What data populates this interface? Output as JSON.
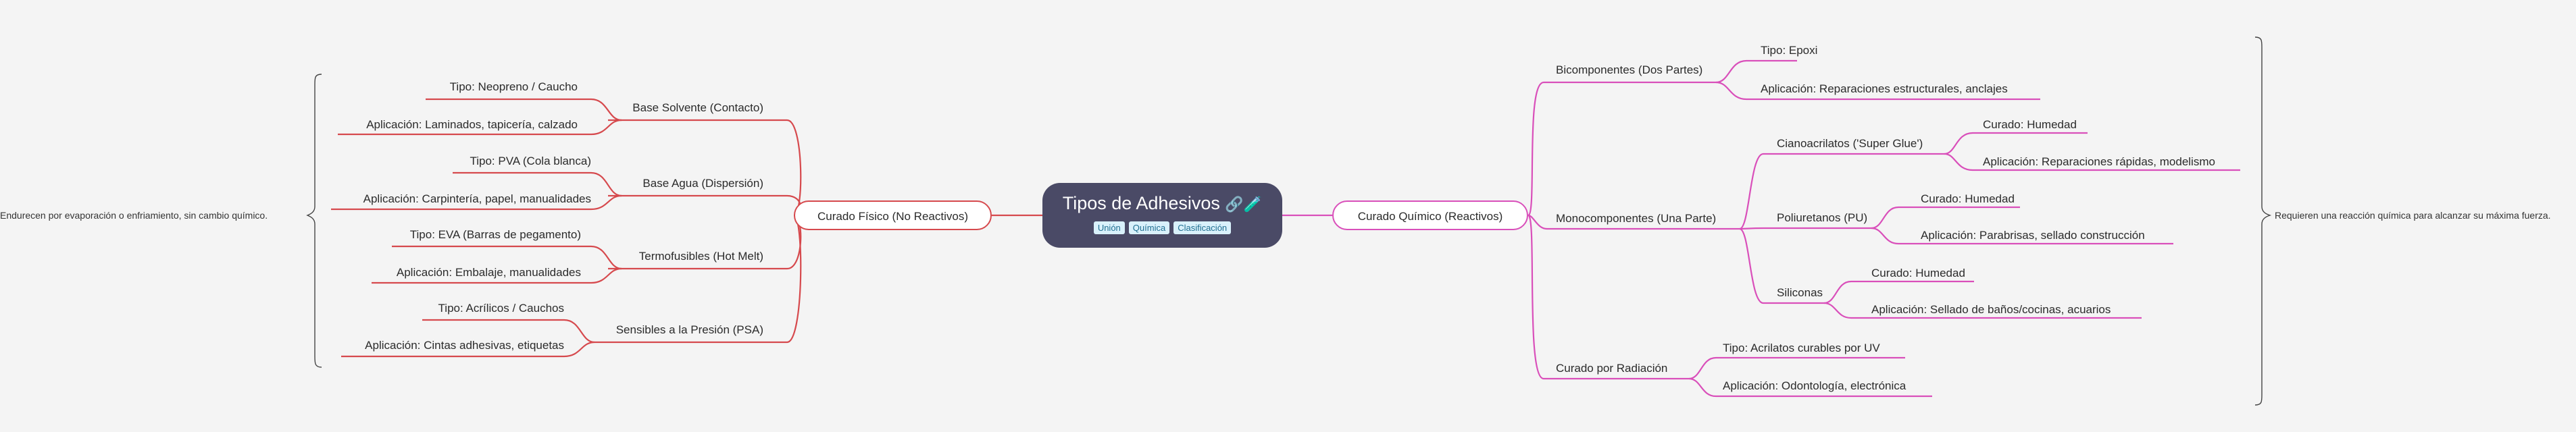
{
  "central": {
    "title": "Tipos de Adhesivos",
    "emoji": "🔗🧪",
    "tags": [
      "Unión",
      "Química",
      "Clasificación"
    ]
  },
  "left": {
    "label": "Curado Físico (No Reactivos)",
    "summary": "Endurecen por evaporación o enfriamiento, sin cambio químico.",
    "groups": [
      {
        "label": "Base Solvente (Contacto)",
        "type": "Tipo: Neopreno / Caucho",
        "app": "Aplicación: Laminados, tapicería, calzado"
      },
      {
        "label": "Base Agua (Dispersión)",
        "type": "Tipo: PVA (Cola blanca)",
        "app": "Aplicación: Carpintería, papel, manualidades"
      },
      {
        "label": "Termofusibles (Hot Melt)",
        "type": "Tipo: EVA (Barras de pegamento)",
        "app": "Aplicación: Embalaje, manualidades"
      },
      {
        "label": "Sensibles a la Presión (PSA)",
        "type": "Tipo: Acrílicos / Cauchos",
        "app": "Aplicación: Cintas adhesivas, etiquetas"
      }
    ]
  },
  "right": {
    "label": "Curado Químico (Reactivos)",
    "summary": "Requieren una reacción química para alcanzar su máxima fuerza.",
    "bicomp": {
      "label": "Bicomponentes (Dos Partes)",
      "type": "Tipo: Epoxi",
      "app": "Aplicación: Reparaciones estructurales, anclajes"
    },
    "mono": {
      "label": "Monocomponentes (Una Parte)",
      "ciano": {
        "label": "Cianoacrilatos ('Super Glue')",
        "curado": "Curado: Humedad",
        "app": "Aplicación: Reparaciones rápidas, modelismo"
      },
      "poli": {
        "label": "Poliuretanos (PU)",
        "curado": "Curado: Humedad",
        "app": "Aplicación: Parabrisas, sellado construcción"
      },
      "sili": {
        "label": "Siliconas",
        "curado": "Curado: Humedad",
        "app": "Aplicación: Sellado de baños/cocinas, acuarios"
      }
    },
    "radiacion": {
      "label": "Curado por Radiación",
      "type": "Tipo: Acrilatos curables por UV",
      "app": "Aplicación: Odontología, electrónica"
    }
  },
  "colors": {
    "left_branch": "#d6494d",
    "right_branch": "#d94fba",
    "central_bg": "#4a4a66",
    "tag_bg": "#d9f1fb",
    "background": "#f4f4f4"
  }
}
